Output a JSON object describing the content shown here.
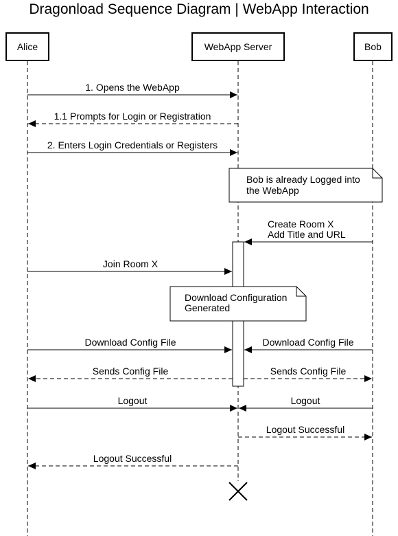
{
  "title": "Dragonload Sequence Diagram | WebApp Interaction",
  "participants": {
    "alice": "Alice",
    "server": "WebApp Server",
    "bob": "Bob"
  },
  "messages": {
    "m1": "1. Opens the WebApp",
    "m1_1": "1.1 Prompts for Login or Registration",
    "m2": "2. Enters Login Credentials or Registers",
    "create_room_1": "Create Room X",
    "create_room_2": "Add Title and URL",
    "join_room": "Join Room X",
    "download_config_alice": "Download Config File",
    "download_config_bob": "Download Config File",
    "sends_config_alice": "Sends Config File",
    "sends_config_bob": "Sends Config File",
    "logout_alice": "Logout",
    "logout_bob": "Logout",
    "logout_success_bob": "Logout Successful",
    "logout_success_alice": "Logout Successful"
  },
  "notes": {
    "bob_logged_1": "Bob is already Logged into",
    "bob_logged_2": "the WebApp",
    "config_gen_1": "Download Configuration",
    "config_gen_2": "Generated"
  }
}
